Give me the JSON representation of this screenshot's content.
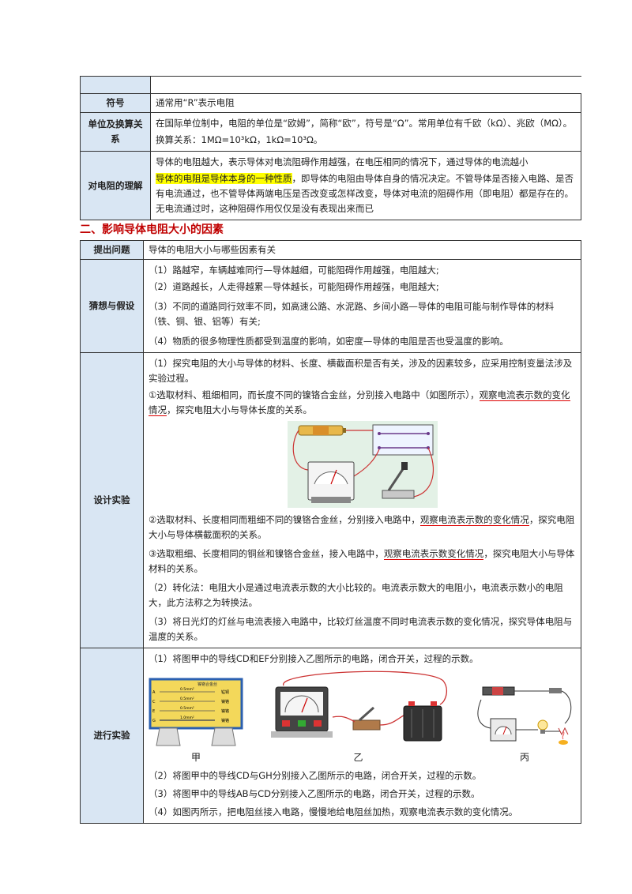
{
  "table1": {
    "symbol_label": "符号",
    "symbol_text": "通常用“R”表示电阻",
    "unit_label": "单位及换算关系",
    "unit_text1": "在国际单位制中，电阻的单位是“欧姆”，简称“欧”，符号是“Ω”。常用单位有千欧（kΩ）、兆欧（MΩ）。",
    "unit_text2": "换算关系：1MΩ=10³kΩ，1kΩ=10³Ω。",
    "understand_label": "对电阻的理解",
    "understand_text1": "导体的电阻越大，表示导体对电流阻碍作用越强，在电压相同的情况下，通过导体的电流越小",
    "understand_hl": "导体的电阻是导体本身的一种性质",
    "understand_text2": "，即导体的电阻由导体自身的情况决定。不管导体是否接入电路、是否有电流通过，也不管导体两端电压是否改变或怎样改变，导体对电流的阻碍作用（即电阻）都是存在的。无电流通过时，这种阻碍作用仅仅是没有表现出来而已"
  },
  "section2_title": "二、影响导体电阻大小的因素",
  "table2": {
    "question_label": "提出问题",
    "question_text": "导体的电阻大小与哪些因素有关",
    "guess_label": "猜想与假设",
    "guess": [
      "（1）路越窄，车辆越难同行—导体越细，可能阻碍作用越强，电阻越大;",
      "（2）道路越长，人走得越累—导体越长，可能阻碍作用越强，电阻越大;",
      "（3）不同的道路同行效率不同，如高速公路、水泥路、乡间小路—导体的电阻可能与制作导体的材料（铁、铜、银、铝等）有关;",
      "（4）物质的很多物理性质都受到温度的影响，如密度—导体的电阻是否也受温度的影响。"
    ],
    "design_label": "设计实验",
    "design1": "（1）探究电阻的大小与导体的材料、长度、横截面积是否有关，涉及的因素较多，应采用控制变量法涉及实验过程。",
    "design2_a": "①选取材料、粗细相同，而长度不同的镍铬合金丝，分别接入电路中（如图所示），",
    "design2_ul": "观察电流表示数的变化情况",
    "design2_b": "，探究电阻大小与导体长度的关系。",
    "design3_a": "②选取材料、长度相同而粗细不同的镍铬合金丝，分别接入电路中，",
    "design3_ul": "观察电流表示数的变化情况",
    "design3_b": "，探究电阻大小与导体横截面积的关系。",
    "design4_a": "③选取粗细、长度相同的铜丝和镍铬合金丝，接入电路中，",
    "design4_ul": "观察电流表示数变化情况",
    "design4_b": "，探究电阻大小与导体材料的关系。",
    "design5": "（2）转化法：电阻大小是通过电流表示数的大小比较的。电流表示数大的电阻小，电流表示数小的电阻大，此方法称之为转换法。",
    "design6": "（3）将日光灯的灯丝与电流表接入电路中，比较灯丝温度不同时电流表示数的变化情况，探究导体电阻与温度的关系。",
    "exp_label": "进行实验",
    "exp1": "（1）将图甲中的导线CD和EF分别接入乙图所示的电路，闭合开关，过程的示数。",
    "exp2": "（2）将图甲中的导线CD与GH分别接入乙图所示的电路，闭合开关，过程的示数。",
    "exp3": "（3）将图甲中的导线AB与CD分别接入乙图所示的电路，闭合开关，过程的示数。",
    "exp4": "（4）如图丙所示，把电阻丝接入电路，慢慢地给电阻丝加热，观察电流表示数的变化情况。",
    "fig_jia": "甲",
    "fig_yi": "乙",
    "fig_bing": "丙",
    "board_title": "镍铬合金丝",
    "board_wire_labels": [
      "0.5mm²",
      "0.5mm²",
      "0.5mm²",
      "1.0mm²"
    ],
    "board_materials": [
      "锰铜",
      "镍铬",
      "镍铬",
      "镍铬"
    ],
    "board_letters": [
      "A",
      "C",
      "E",
      "G"
    ]
  }
}
